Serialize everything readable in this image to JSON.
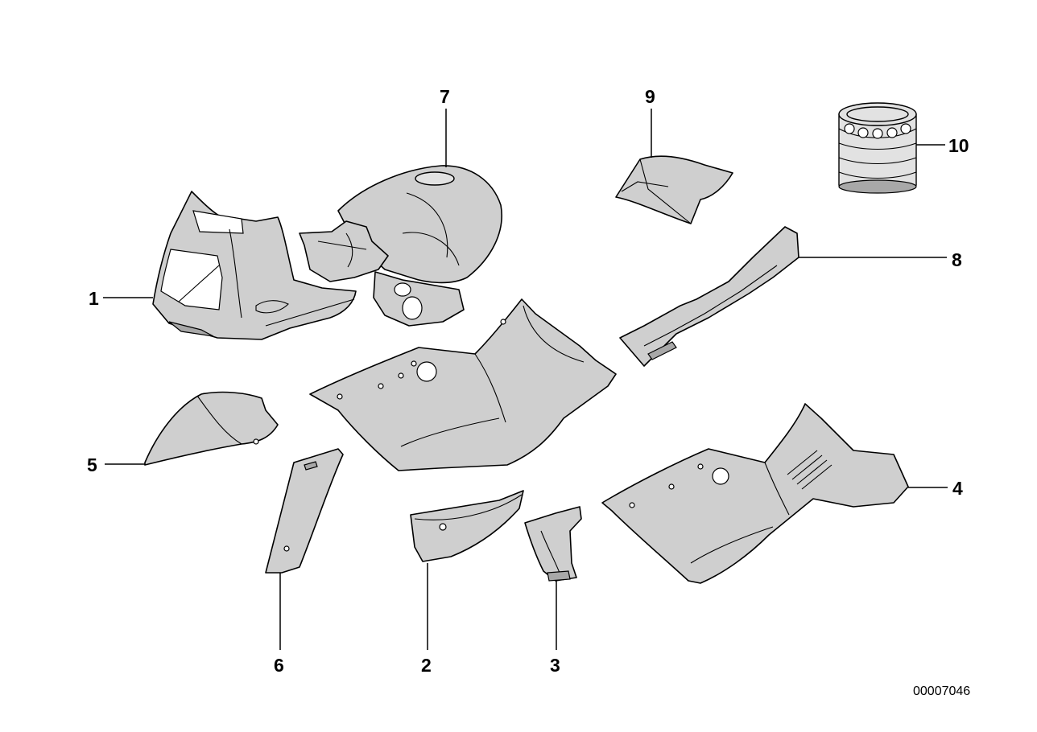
{
  "callouts": [
    {
      "id": "1",
      "label": "1"
    },
    {
      "id": "2",
      "label": "2"
    },
    {
      "id": "3",
      "label": "3"
    },
    {
      "id": "4",
      "label": "4"
    },
    {
      "id": "5",
      "label": "5"
    },
    {
      "id": "6",
      "label": "6"
    },
    {
      "id": "7",
      "label": "7"
    },
    {
      "id": "8",
      "label": "8"
    },
    {
      "id": "9",
      "label": "9"
    },
    {
      "id": "10",
      "label": "10"
    }
  ],
  "reference_number": "00007046"
}
